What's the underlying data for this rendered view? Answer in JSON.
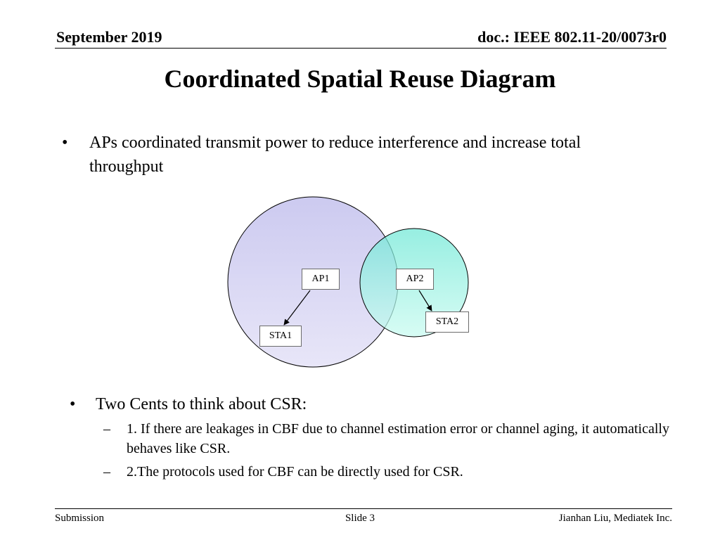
{
  "header": {
    "date": "September 2019",
    "doc_id": "doc.: IEEE 802.11-20/0073r0"
  },
  "title": "Coordinated Spatial Reuse Diagram",
  "bullets": {
    "marker": "•",
    "first": "APs coordinated transmit power to reduce interference and increase total throughput",
    "second": "Two Cents to think about CSR:",
    "sub_marker": "–",
    "sub_items": [
      "1. If there are leakages in CBF due to channel estimation error or channel aging, it automatically behaves like CSR.",
      "2.The protocols used for CBF can be directly used for CSR."
    ]
  },
  "diagram": {
    "ap1": "AP1",
    "ap2": "AP2",
    "sta1": "STA1",
    "sta2": "STA2",
    "colors": {
      "ap1_zone_top": "#cccaf0",
      "ap1_zone_bottom": "#e8e6f8",
      "ap2_zone_top": "#6fe8d6",
      "ap2_zone_bottom": "#c8fbf0",
      "outline": "#000000"
    }
  },
  "footer": {
    "left": "Submission",
    "center": "Slide 3",
    "right": "Jianhan Liu, Mediatek Inc."
  }
}
